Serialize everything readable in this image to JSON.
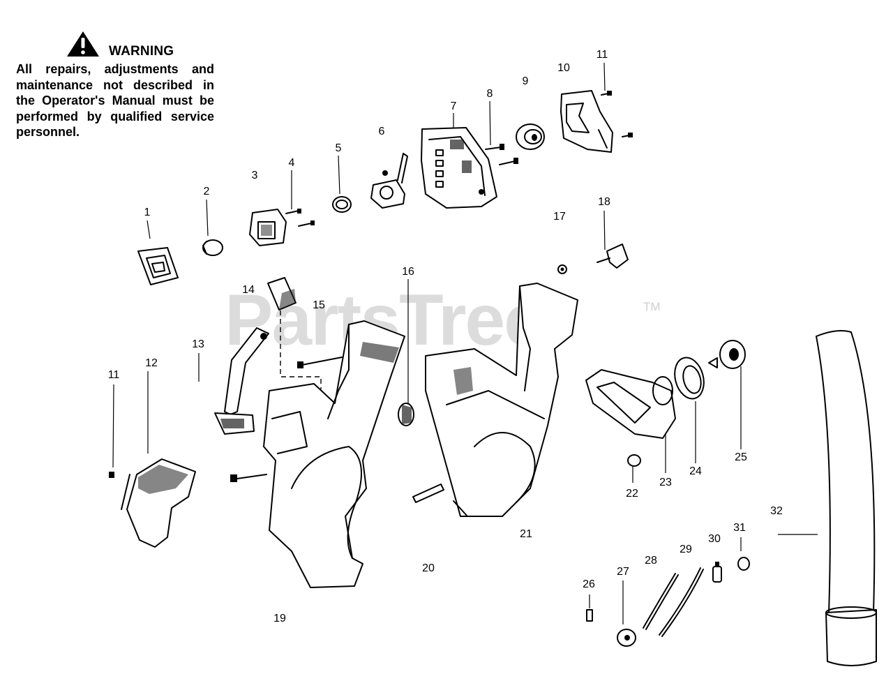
{
  "warning": {
    "title": "WARNING",
    "text": "All repairs, adjustments and maintenance not described in the Operator's Manual must be performed by qualified service personnel."
  },
  "watermark": {
    "text": "PartsTree",
    "trademark": "TM"
  },
  "part_labels": [
    "1",
    "2",
    "3",
    "4",
    "5",
    "6",
    "7",
    "8",
    "9",
    "10",
    "11",
    "11",
    "12",
    "13",
    "14",
    "15",
    "16",
    "17",
    "18",
    "19",
    "20",
    "21",
    "22",
    "23",
    "24",
    "25",
    "26",
    "27",
    "28",
    "29",
    "30",
    "31",
    "32"
  ]
}
